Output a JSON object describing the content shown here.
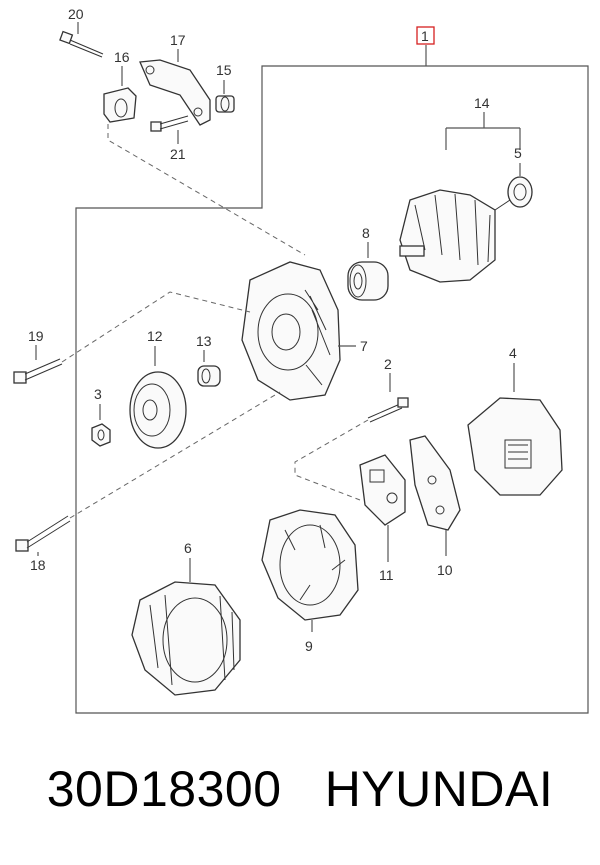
{
  "callouts": {
    "c1": "1",
    "c2": "2",
    "c3": "3",
    "c4": "4",
    "c5": "5",
    "c6": "6",
    "c7": "7",
    "c8": "8",
    "c9": "9",
    "c10": "10",
    "c11": "11",
    "c12": "12",
    "c13": "13",
    "c14": "14",
    "c15": "15",
    "c16": "16",
    "c17": "17",
    "c18": "18",
    "c19": "19",
    "c20": "20",
    "c21": "21"
  },
  "caption": {
    "part_number": "30D18300",
    "brand": "HYUNDAI"
  },
  "colors": {
    "highlight_box": "#d62020",
    "lines": "#555555"
  }
}
